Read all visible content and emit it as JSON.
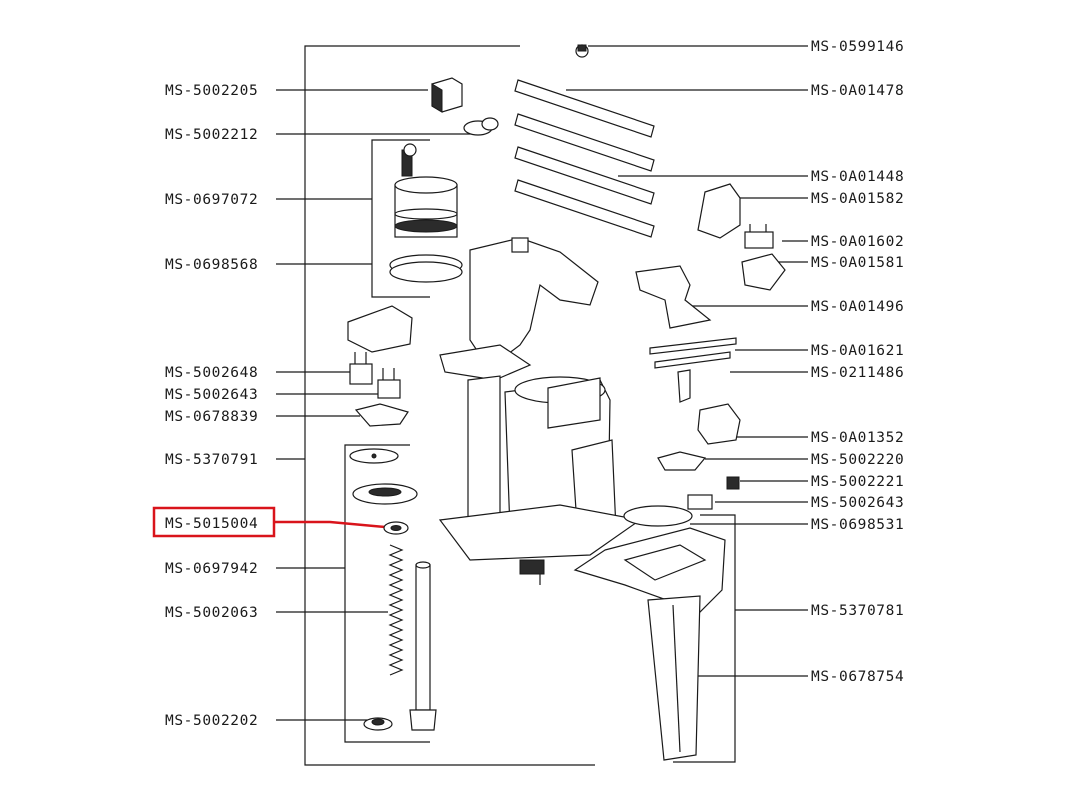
{
  "colors": {
    "highlight": "#d9141b",
    "ink": "#1a1a1a"
  },
  "labels": {
    "ms_0599146": "MS-0599146",
    "ms_0a01478": "MS-0A01478",
    "ms_0a01448": "MS-0A01448",
    "ms_0a01582": "MS-0A01582",
    "ms_0a01602": "MS-0A01602",
    "ms_0a01581": "MS-0A01581",
    "ms_0a01496": "MS-0A01496",
    "ms_0a01621": "MS-0A01621",
    "ms_0211486": "MS-0211486",
    "ms_0a01352": "MS-0A01352",
    "ms_5002220": "MS-5002220",
    "ms_5002221": "MS-5002221",
    "ms_5002643_r": "MS-5002643",
    "ms_0698531": "MS-0698531",
    "ms_5370781": "MS-5370781",
    "ms_0678754": "MS-0678754",
    "ms_5002205": "MS-5002205",
    "ms_5002212": "MS-5002212",
    "ms_0697072": "MS-0697072",
    "ms_0698568": "MS-0698568",
    "ms_5002648": "MS-5002648",
    "ms_5002643_l": "MS-5002643",
    "ms_0678839": "MS-0678839",
    "ms_5370791": "MS-5370791",
    "ms_5015004": "MS-5015004",
    "ms_0697942": "MS-0697942",
    "ms_5002063": "MS-5002063",
    "ms_5002202": "MS-5002202"
  },
  "highlighted_part": "MS-5015004"
}
